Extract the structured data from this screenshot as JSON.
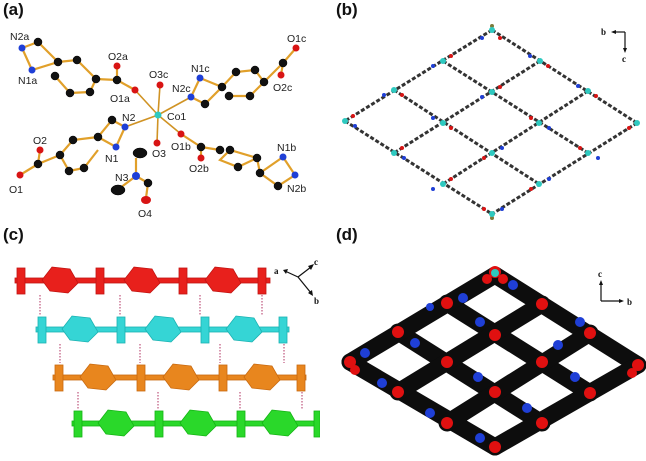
{
  "figure": {
    "panels": [
      {
        "id": "a",
        "label": "(a)",
        "description": "Coordination environment of Co1 (ORTEP)",
        "atom_labels": [
          "N2a",
          "N1a",
          "O2a",
          "O3c",
          "N1c",
          "O1c",
          "N2c",
          "O2c",
          "O1a",
          "Co1",
          "N2",
          "O2",
          "N1",
          "O1b",
          "N1b",
          "O3",
          "N3",
          "O2b",
          "O1",
          "N2b",
          "O4"
        ],
        "center_atom": "Co1",
        "colors": {
          "C": "#111111",
          "N": "#1f3fd6",
          "O": "#d81414",
          "Co": "#2ec9c0",
          "bond": "#e1a02a"
        }
      },
      {
        "id": "b",
        "label": "(b)",
        "description": "2D rhombic grid network",
        "axes": {
          "horizontal": "b",
          "vertical": "c",
          "horizontal_dir": "left",
          "vertical_dir": "down"
        },
        "colors": {
          "C": "#333333",
          "H": "#7d7a3a",
          "N": "#1f3fd6",
          "O": "#d81414",
          "Co": "#2ec9c0"
        }
      },
      {
        "id": "c",
        "label": "(c)",
        "description": "Stacked layers linked by hydrogen bonds",
        "axes": {
          "labels": [
            "a",
            "c",
            "b"
          ]
        },
        "layers": [
          {
            "name": "layer-1",
            "color": "#e8201c"
          },
          {
            "name": "layer-2",
            "color": "#35d5d5"
          },
          {
            "name": "layer-3",
            "color": "#e8861e"
          },
          {
            "name": "layer-4",
            "color": "#2ad82a"
          }
        ]
      },
      {
        "id": "d",
        "label": "(d)",
        "description": "Space-filling model of the grid",
        "axes": {
          "horizontal": "b",
          "vertical": "c",
          "horizontal_dir": "right",
          "vertical_dir": "up"
        },
        "colors": {
          "C": "#0d0d0d",
          "N": "#1f3fd6",
          "O": "#e01010",
          "Co": "#2ec9c0"
        }
      }
    ]
  }
}
